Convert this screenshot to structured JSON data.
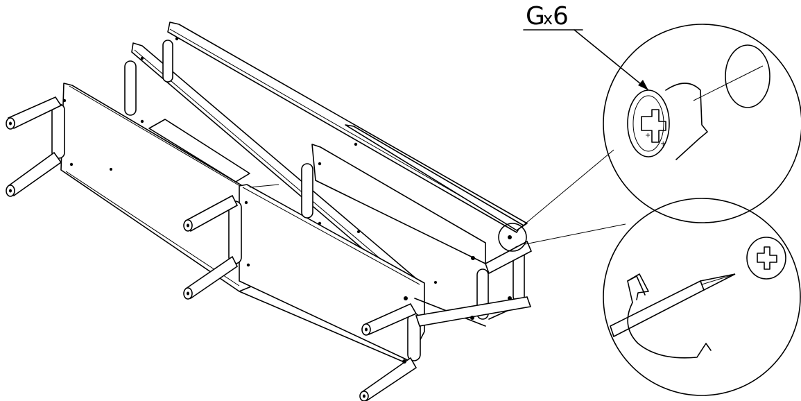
{
  "callout": {
    "letter": "G",
    "times": "x",
    "count": "6"
  },
  "colors": {
    "line": "#000000",
    "background": "#ffffff"
  },
  "icons": [
    "cam-lock-detail",
    "screwdriver-rotation-detail",
    "rotation-arrow"
  ]
}
